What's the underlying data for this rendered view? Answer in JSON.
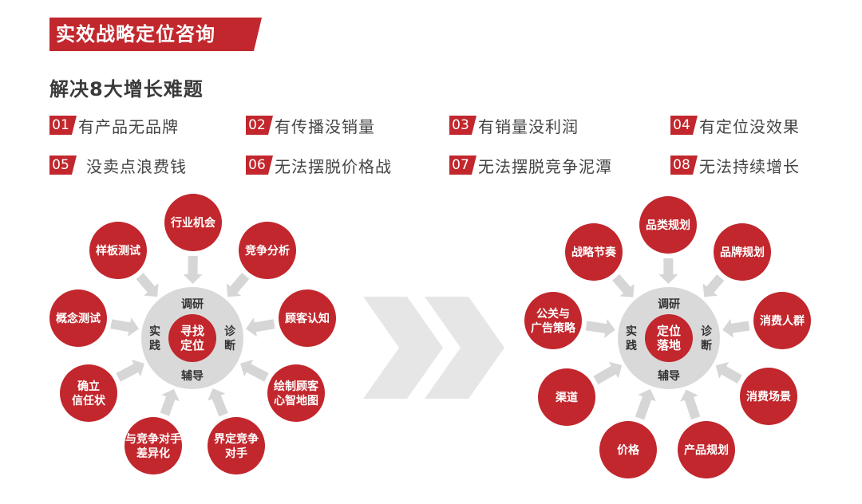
{
  "header": {
    "title": "实效战略定位咨询",
    "subtitle": "解决8大增长难题"
  },
  "problems": [
    {
      "num": "01",
      "text": "有产品无品牌"
    },
    {
      "num": "02",
      "text": "有传播没销量"
    },
    {
      "num": "03",
      "text": "有销量没利润"
    },
    {
      "num": "04",
      "text": "有定位没效果"
    },
    {
      "num": "05",
      "text": "没卖点浪费钱"
    },
    {
      "num": "06",
      "text": "无法摆脱价格战"
    },
    {
      "num": "07",
      "text": "无法摆脱竞争泥潭"
    },
    {
      "num": "08",
      "text": "无法持续增长"
    }
  ],
  "left_diagram": {
    "center": [
      "寻找",
      "定位"
    ],
    "ring": {
      "top": "调研",
      "left": [
        "实",
        "践"
      ],
      "right": [
        "诊",
        "断"
      ],
      "bottom": "辅导"
    },
    "nodes": [
      {
        "lines": [
          "行业机会"
        ]
      },
      {
        "lines": [
          "竞争分析"
        ]
      },
      {
        "lines": [
          "顾客认知"
        ]
      },
      {
        "lines": [
          "绘制顾客",
          "心智地图"
        ]
      },
      {
        "lines": [
          "界定竞争",
          "对手"
        ]
      },
      {
        "lines": [
          "与竞争对手",
          "差异化"
        ]
      },
      {
        "lines": [
          "确立",
          "信任状"
        ]
      },
      {
        "lines": [
          "概念测试"
        ]
      },
      {
        "lines": [
          "样板测试"
        ]
      }
    ]
  },
  "right_diagram": {
    "center": [
      "定位",
      "落地"
    ],
    "ring": {
      "top": "调研",
      "left": [
        "实",
        "践"
      ],
      "right": [
        "诊",
        "断"
      ],
      "bottom": "辅导"
    },
    "nodes": [
      {
        "lines": [
          "品类规划"
        ]
      },
      {
        "lines": [
          "品牌规划"
        ]
      },
      {
        "lines": [
          "消费人群"
        ]
      },
      {
        "lines": [
          "消费场景"
        ]
      },
      {
        "lines": [
          "产品规划"
        ]
      },
      {
        "lines": [
          "价格"
        ]
      },
      {
        "lines": [
          "渠道"
        ]
      },
      {
        "lines": [
          "公关与",
          "广告策略"
        ]
      },
      {
        "lines": [
          "战略节奏"
        ]
      }
    ]
  },
  "colors": {
    "accent": "#c1272d",
    "ring": "#d9d9d9",
    "arrow": "#d6d6d6",
    "chevron": "#e6e6e6",
    "text_dark": "#333333"
  }
}
